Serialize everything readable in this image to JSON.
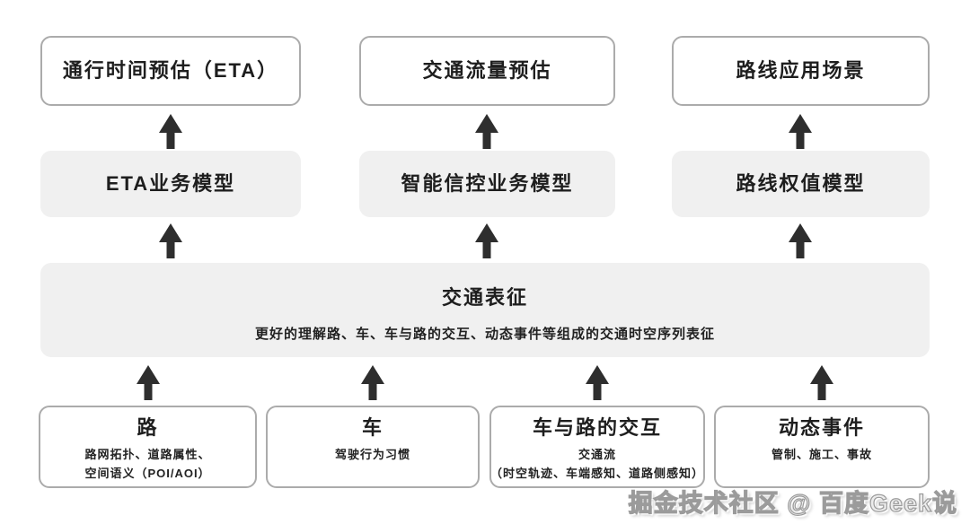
{
  "diagram": {
    "app_row": [
      {
        "label": "通行时间预估（ETA）"
      },
      {
        "label": "交通流量预估"
      },
      {
        "label": "路线应用场景"
      }
    ],
    "model_row": [
      {
        "label": "ETA业务模型"
      },
      {
        "label": "智能信控业务模型"
      },
      {
        "label": "路线权值模型"
      }
    ],
    "representation": {
      "title": "交通表征",
      "subtitle": "更好的理解路、车、车与路的交互、动态事件等组成的交通时空序列表征"
    },
    "source_row": [
      {
        "title": "路",
        "lines": [
          "路网拓扑、道路属性、",
          "空间语义（POI/AOI）"
        ]
      },
      {
        "title": "车",
        "lines": [
          "驾驶行为习惯"
        ]
      },
      {
        "title": "车与路的交互",
        "lines": [
          "交通流",
          "（时空轨迹、车端感知、道路侧感知）"
        ]
      },
      {
        "title": "动态事件",
        "lines": [
          "管制、施工、事故"
        ]
      }
    ],
    "watermark": "掘金技术社区 @ 百度Geek说",
    "colors": {
      "background": "#ffffff",
      "gray_box_fill": "#f0f0f0",
      "outline_box_border": "#ababab",
      "arrow": "#2e2e2e",
      "text": "#1e1e1e",
      "watermark_outline": "#9b9b9b"
    }
  }
}
